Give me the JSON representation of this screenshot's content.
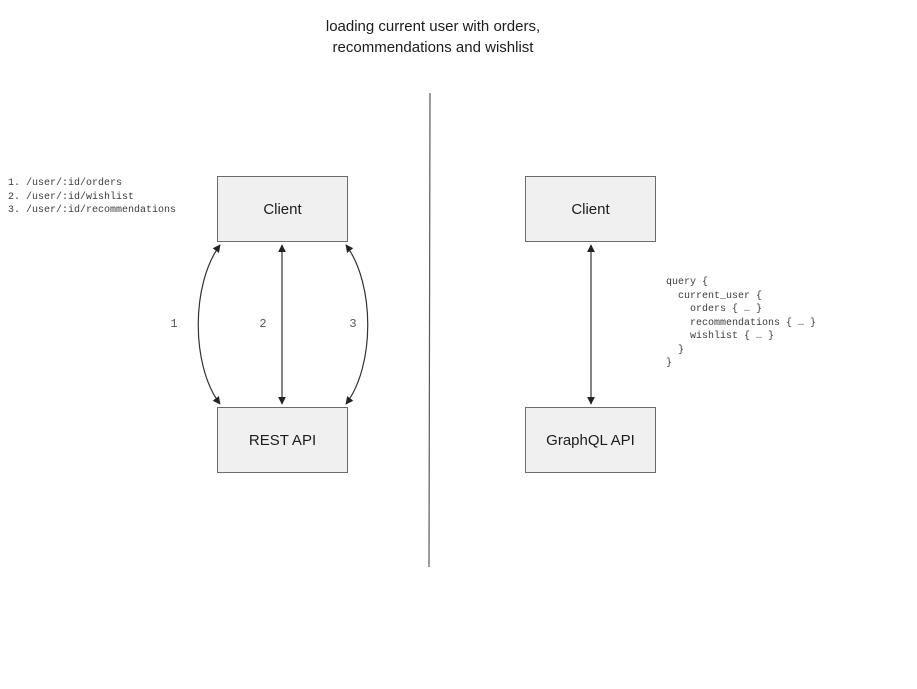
{
  "title": {
    "line1": "loading current user with orders,",
    "line2": "recommendations and wishlist"
  },
  "left_panel": {
    "endpoints": "1. /user/:id/orders\n2. /user/:id/wishlist\n3. /user/:id/recommendations",
    "client_label": "Client",
    "api_label": "REST API",
    "arrows": [
      {
        "label": "1"
      },
      {
        "label": "2"
      },
      {
        "label": "3"
      }
    ]
  },
  "right_panel": {
    "client_label": "Client",
    "api_label": "GraphQL API",
    "query": "query {\n  current_user {\n    orders { … }\n    recommendations { … }\n    wishlist { … }\n  }\n}"
  },
  "colors": {
    "box_fill": "#f0f0f0",
    "box_border": "#6b6b6b",
    "arrow_line": "#333333",
    "divider_line": "#5a5a5a",
    "code_text": "#3c3c3c",
    "arrow_label_text": "#555555"
  }
}
